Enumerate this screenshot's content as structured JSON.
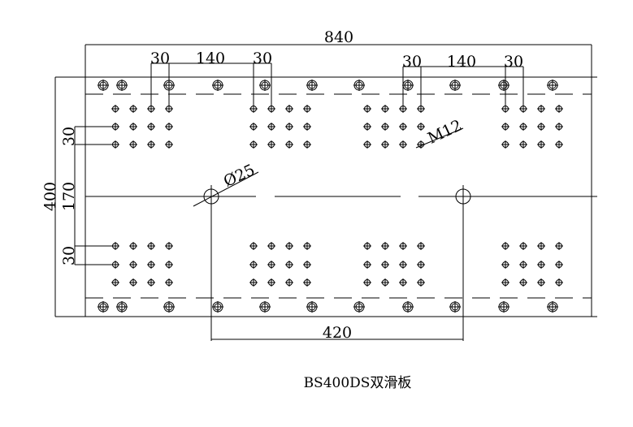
{
  "drawing": {
    "caption": "BS400DS双滑板",
    "dimensions": {
      "overall_width": "840",
      "overall_height": "400",
      "center_offset": "170",
      "row_pitch_top": "30",
      "row_pitch_bottom": "30",
      "left_pitch_a": "30",
      "left_span": "140",
      "left_pitch_b": "30",
      "right_pitch_a": "30",
      "right_span": "140",
      "right_pitch_b": "30",
      "center_hole_spacing": "420",
      "center_hole_diameter": "Ø25",
      "thread_callout": "M12"
    },
    "color": "#000000"
  }
}
